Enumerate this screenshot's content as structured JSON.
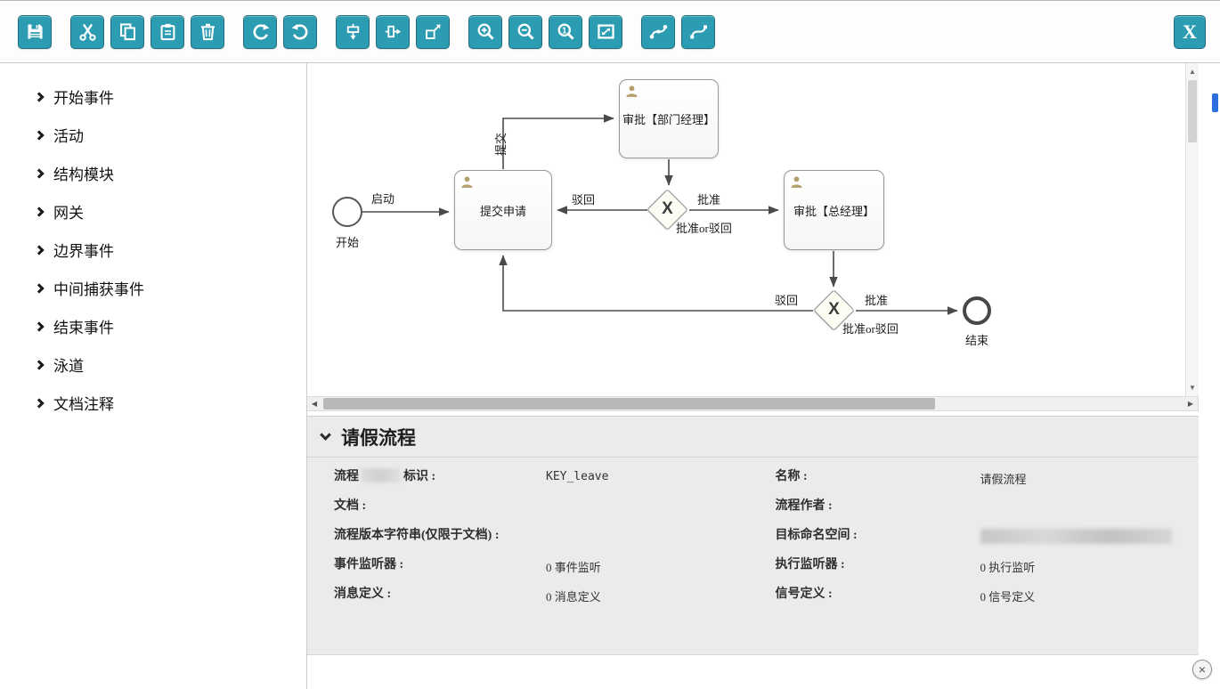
{
  "colors": {
    "accent": "#2B9CB1",
    "person": "#B3A06A"
  },
  "toolbar": {
    "buttons": [
      {
        "name": "save"
      },
      {
        "name": "cut"
      },
      {
        "name": "copy"
      },
      {
        "name": "paste"
      },
      {
        "name": "delete"
      },
      {
        "name": "redo"
      },
      {
        "name": "undo"
      },
      {
        "name": "align-middle"
      },
      {
        "name": "align-center"
      },
      {
        "name": "same-size"
      },
      {
        "name": "zoom-in"
      },
      {
        "name": "zoom-out"
      },
      {
        "name": "zoom-actual"
      },
      {
        "name": "zoom-fit"
      },
      {
        "name": "add-bendpoint"
      },
      {
        "name": "remove-bendpoint"
      }
    ],
    "x_button_label": "X"
  },
  "palette": {
    "items": [
      {
        "label": "开始事件"
      },
      {
        "label": "活动"
      },
      {
        "label": "结构模块"
      },
      {
        "label": "网关"
      },
      {
        "label": "边界事件"
      },
      {
        "label": "中间捕获事件"
      },
      {
        "label": "结束事件"
      },
      {
        "label": "泳道"
      },
      {
        "label": "文档注释"
      }
    ]
  },
  "diagram": {
    "start_event": {
      "label": "开始"
    },
    "end_event": {
      "label": "结束"
    },
    "tasks": [
      {
        "label": "提交申请"
      },
      {
        "label": "审批【部门经理】"
      },
      {
        "label": "审批【总经理】"
      }
    ],
    "gateways": [
      {
        "symbol": "X",
        "label": "批准or驳回"
      },
      {
        "symbol": "X",
        "label": "批准or驳回"
      }
    ],
    "edge_labels": {
      "start_flow": "启动",
      "submit_vertical": "提交",
      "reject_1": "驳回",
      "approve_1": "批准",
      "reject_2": "驳回",
      "approve_2": "批准"
    }
  },
  "properties": {
    "title": "请假流程",
    "rows_left": [
      {
        "label_prefix": "流程",
        "label_suffix": "标识 :",
        "value": "KEY_leave"
      },
      {
        "label": "文档 :",
        "value": ""
      },
      {
        "label": "流程版本字符串(仅限于文档) :",
        "value": ""
      },
      {
        "label": "事件监听器 :",
        "value": "0 事件监听"
      },
      {
        "label": "消息定义 :",
        "value": "0 消息定义"
      }
    ],
    "rows_right": [
      {
        "label": "名称 :",
        "value": "请假流程"
      },
      {
        "label": "流程作者 :",
        "value": ""
      },
      {
        "label": "目标命名空间 :",
        "value": ""
      },
      {
        "label": "执行监听器 :",
        "value": "0 执行监听"
      },
      {
        "label": "信号定义 :",
        "value": "0 信号定义"
      }
    ]
  },
  "misc": {
    "close_symbol": "×"
  }
}
